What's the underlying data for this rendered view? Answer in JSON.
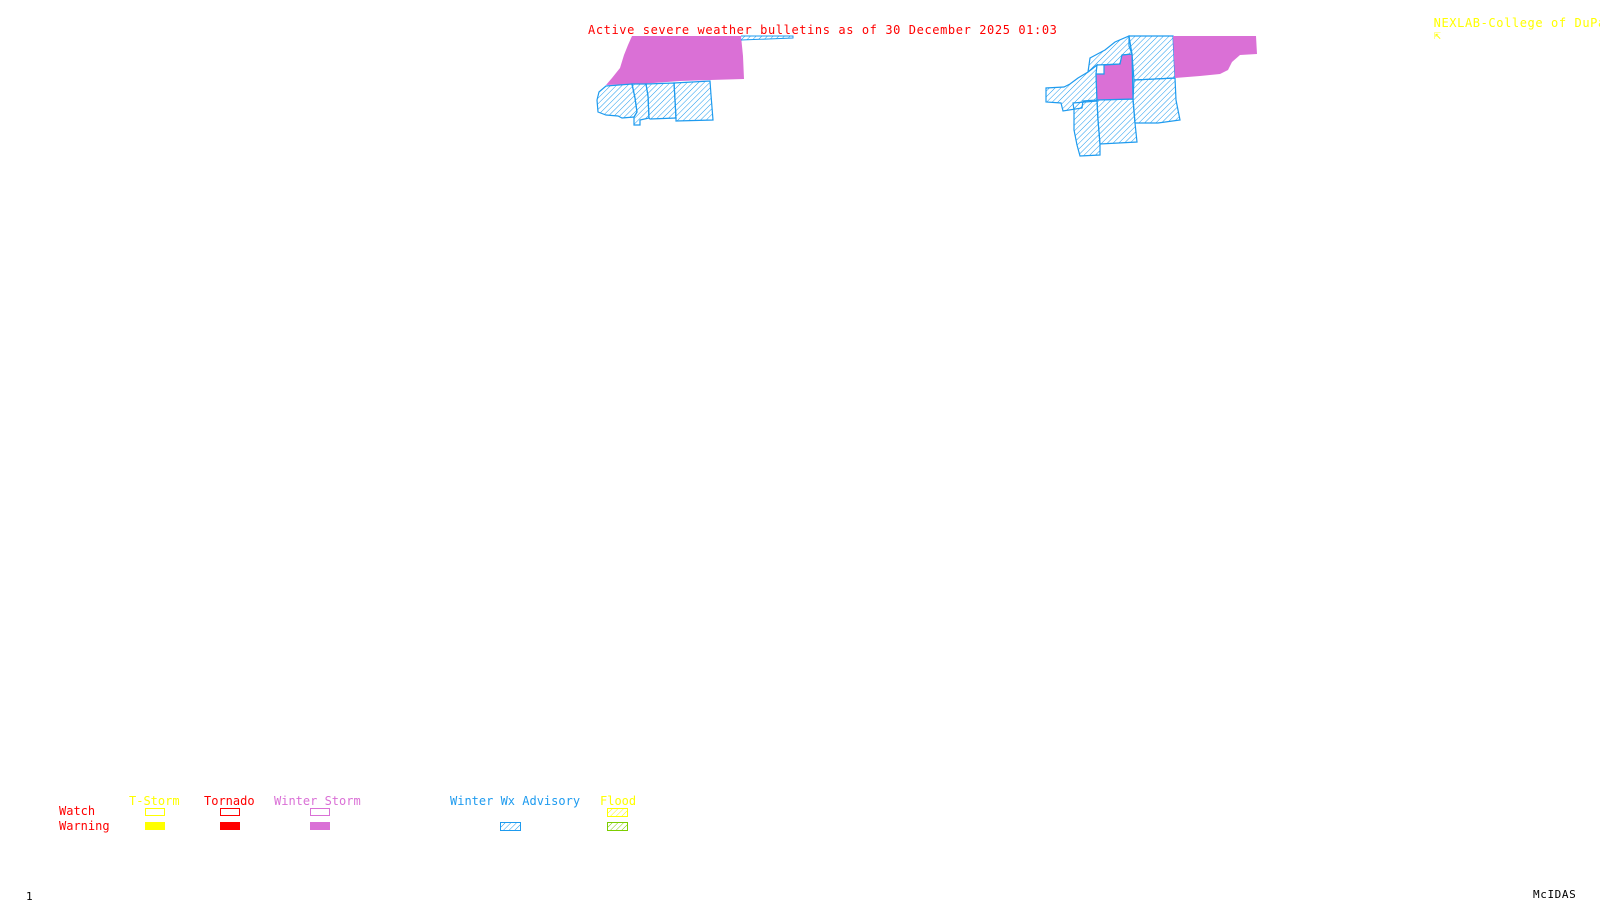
{
  "header": {
    "title": "Active severe weather bulletins as of 30 December 2025 01:03",
    "credit": "NEXLAB-College of DuPage",
    "credit_icon": "arrow-icon"
  },
  "footer": {
    "frame_number": "1",
    "software": "McIDAS"
  },
  "colors": {
    "title": "#ff0000",
    "credit": "#ffff00",
    "tstorm": "#ffff00",
    "tornado": "#ff0000",
    "winter_storm": "#da70d6",
    "winter_wx_advisory": "#1e9bef",
    "flood_watch": "#ffff00",
    "flood_warning": "#7ccd00",
    "row_labels": "#ff0000"
  },
  "map": {
    "regions": [
      {
        "name": "winter-storm-warning-west",
        "type": "Winter Storm Warning"
      },
      {
        "name": "winter-wx-advisory-west",
        "type": "Winter Wx Advisory"
      },
      {
        "name": "winter-wx-advisory-east",
        "type": "Winter Wx Advisory"
      },
      {
        "name": "winter-storm-warning-east-inner",
        "type": "Winter Storm Warning"
      },
      {
        "name": "winter-storm-warning-east-ne",
        "type": "Winter Storm Warning"
      }
    ]
  },
  "legend": {
    "row_labels": {
      "watch": "Watch",
      "warning": "Warning"
    },
    "columns": [
      {
        "label": "T-Storm",
        "watch": "outline",
        "warning": "filled"
      },
      {
        "label": "Tornado",
        "watch": "outline",
        "warning": "filled"
      },
      {
        "label": "Winter Storm",
        "watch": "outline",
        "warning": "filled"
      },
      {
        "label": "Winter Wx Advisory",
        "watch": "none",
        "warning": "hatched"
      },
      {
        "label": "Flood",
        "watch": "hatched",
        "warning": "hatched"
      }
    ]
  }
}
